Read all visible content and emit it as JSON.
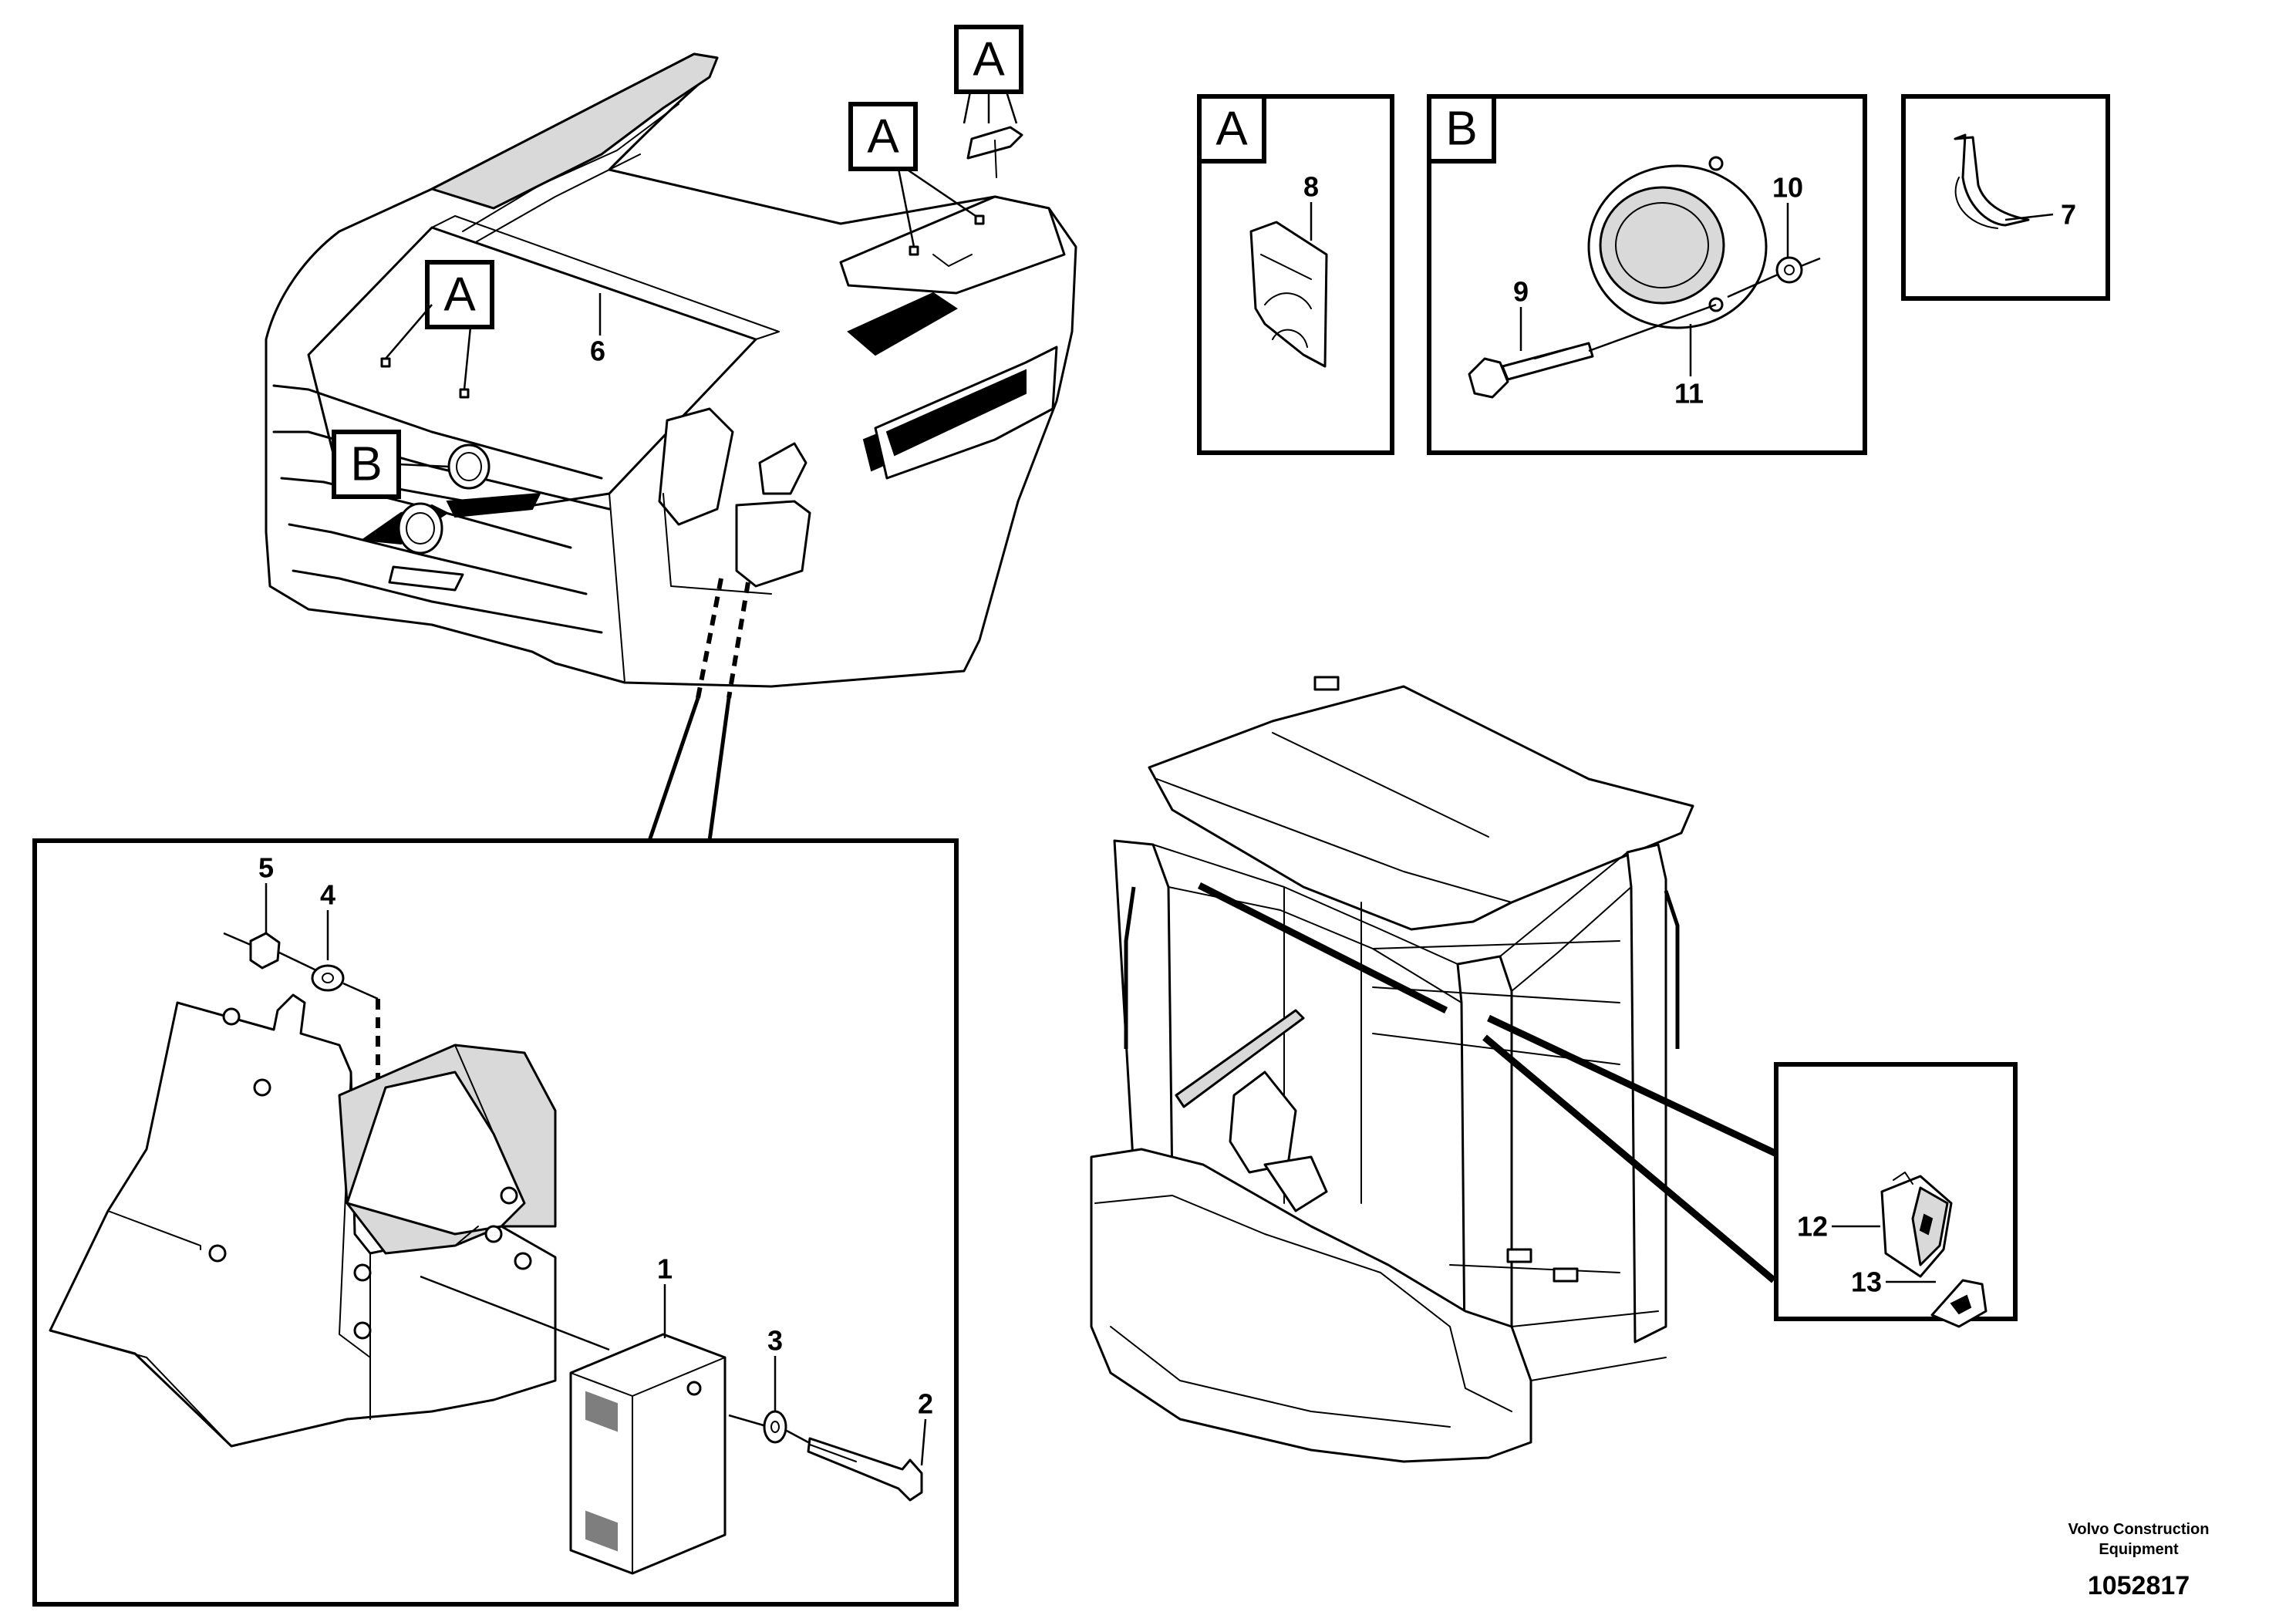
{
  "view_letters": {
    "a": "A",
    "b": "B"
  },
  "part_numbers": {
    "p1": "1",
    "p2": "2",
    "p3": "3",
    "p4": "4",
    "p5": "5",
    "p6": "6",
    "p7": "7",
    "p8": "8",
    "p9": "9",
    "p10": "10",
    "p11": "11",
    "p12": "12",
    "p13": "13"
  },
  "credit": {
    "line1": "Volvo Construction",
    "line2": "Equipment"
  },
  "document_number": "1052817"
}
